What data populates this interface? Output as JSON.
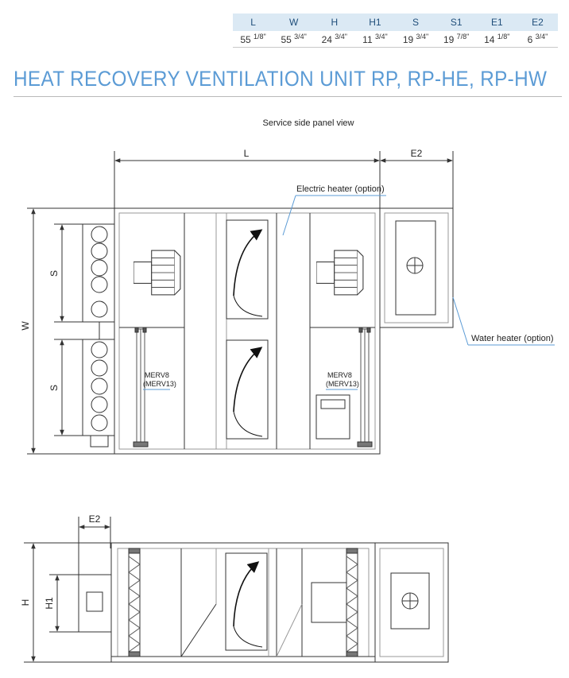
{
  "dimension_table": {
    "headers": [
      "L",
      "W",
      "H",
      "H1",
      "S",
      "S1",
      "E1",
      "E2"
    ],
    "values": [
      {
        "whole": "55",
        "frac": "1/8\""
      },
      {
        "whole": "55",
        "frac": "3/4\""
      },
      {
        "whole": "24",
        "frac": "3/4\""
      },
      {
        "whole": "11",
        "frac": "3/4\""
      },
      {
        "whole": "19",
        "frac": "3/4\""
      },
      {
        "whole": "19",
        "frac": "7/8\""
      },
      {
        "whole": "14",
        "frac": "1/8\""
      },
      {
        "whole": "6",
        "frac": "3/4\""
      }
    ]
  },
  "title": "HEAT RECOVERY VENTILATION UNIT RP, RP-HE, RP-HW",
  "top_view": {
    "caption": "Service side panel view",
    "dim_L": "L",
    "dim_E2": "E2",
    "dim_W": "W",
    "dim_S_upper": "S",
    "dim_S_lower": "S",
    "electric_heater_label": "Electric heater (option)",
    "water_heater_label": "Water heater (option)",
    "filter_left_line1": "MERV8",
    "filter_left_line2": "(MERV13)",
    "filter_right_line1": "MERV8",
    "filter_right_line2": "(MERV13)"
  },
  "side_view": {
    "dim_E2": "E2",
    "dim_H": "H",
    "dim_H1": "H1"
  },
  "colors": {
    "title": "#5b9bd5",
    "table_header_bg": "#dbe9f4",
    "table_header_text": "#1f4e7a",
    "leader_line": "#5b9bd5",
    "outline": "#333333"
  }
}
